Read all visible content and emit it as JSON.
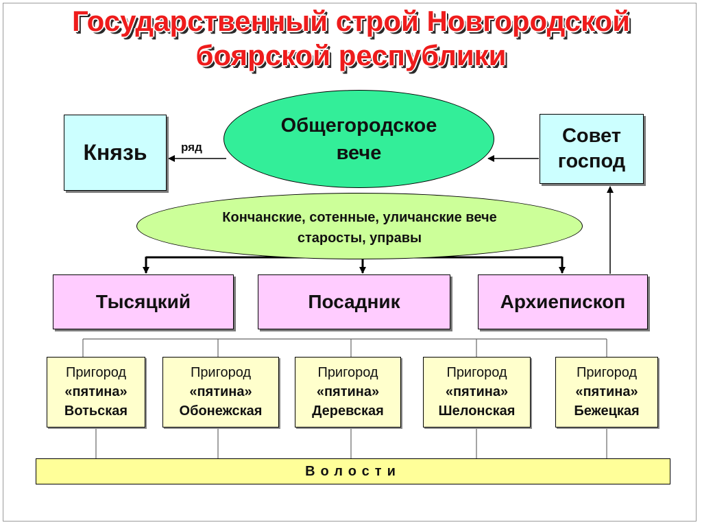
{
  "title": {
    "line1": "Государственный строй Новгородской",
    "line2": "боярской республики"
  },
  "nodes": {
    "knyaz": "Князь",
    "ryad": "ряд",
    "veche": {
      "line1": "Общегородское",
      "line2": "вече"
    },
    "sovet": {
      "line1": "Совет",
      "line2": "господ"
    },
    "konchan": {
      "line1": "Кончанские, сотенные, уличанские вече",
      "line2": "старосты, управы"
    },
    "officials": [
      "Тысяцкий",
      "Посадник",
      "Архиепископ"
    ],
    "prigorody": [
      {
        "label": "Пригород",
        "type": "«пятина»",
        "name": "Вотьская"
      },
      {
        "label": "Пригород",
        "type": "«пятина»",
        "name": "Обонежская"
      },
      {
        "label": "Пригород",
        "type": "«пятина»",
        "name": "Деревская"
      },
      {
        "label": "Пригород",
        "type": "«пятина»",
        "name": "Шелонская"
      },
      {
        "label": "Пригород",
        "type": "«пятина»",
        "name": "Бежецкая"
      }
    ],
    "volosti": "Волости"
  },
  "colors": {
    "title": "#ee1c1c",
    "knyaz_sovet": "#ccffff",
    "veche": "#33ee99",
    "konchan": "#ccff99",
    "officials": "#ffccff",
    "prigorody": "#ffffcc",
    "volosti": "#ffff99"
  }
}
